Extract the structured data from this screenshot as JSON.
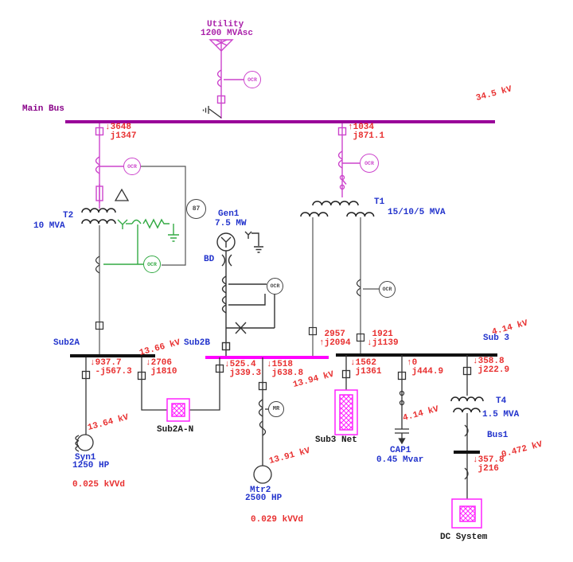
{
  "source": {
    "label": "Utility",
    "rating": "1200 MVAsc"
  },
  "buses": {
    "main": {
      "label": "Main Bus",
      "kv": "34.5 kV"
    },
    "sub2a": {
      "label": "Sub2A",
      "kv": "13.66 kV"
    },
    "sub2b": {
      "label": "Sub2B",
      "kv": "13.94 kV"
    },
    "sub3": {
      "label": "Sub 3",
      "kv": "4.14 kV"
    },
    "bus1": {
      "label": "Bus1",
      "kv": "0.472 kV"
    }
  },
  "transformers": {
    "t1": {
      "label": "T1",
      "rating": "15/10/5 MVA"
    },
    "t2": {
      "label": "T2",
      "rating": "10 MVA"
    },
    "t4": {
      "label": "T4",
      "rating": "1.5 MVA"
    }
  },
  "machines": {
    "gen1": {
      "label": "Gen1",
      "rating": "7.5 MW"
    },
    "syn1": {
      "label": "Syn1",
      "rating": "1250 HP",
      "vdrop": "0.025 kVVd",
      "kv": "13.64 kV"
    },
    "mtr2": {
      "label": "Mtr2",
      "rating": "2500 HP",
      "vdrop": "0.029 kVVd",
      "kv": "13.91 kV"
    }
  },
  "loads": {
    "cap1": {
      "label": "CAP1",
      "rating": "0.45 Mvar",
      "kv": "4.14 kV"
    },
    "sub2a_n": {
      "label": "Sub2A-N"
    },
    "sub3_net": {
      "label": "Sub3 Net"
    },
    "dc_system": {
      "label": "DC System"
    }
  },
  "relays": {
    "ocr": "OCR",
    "differential": "87",
    "mr": "MR",
    "bd": "BD"
  },
  "flows": {
    "utility_main": {
      "l1": "↓3648",
      "l2": "j1347"
    },
    "main_t1": {
      "l1": "↑1034",
      "l2": "j871.1"
    },
    "t1_sub2b": {
      "l1": "2957",
      "l2": "↑j2094"
    },
    "t1_sub3": {
      "l1": "1921",
      "l2": "↓j1139"
    },
    "sub2a_syn1": {
      "l1": "↓937.7",
      "l2": "-j567.3"
    },
    "sub2a_net": {
      "l1": "↓2706",
      "l2": "j1810"
    },
    "sub2b_net": {
      "l1": "↓525.4",
      "l2": "j339.3"
    },
    "sub2b_mtr2": {
      "l1": "↓1518",
      "l2": "j638.8"
    },
    "sub3_net": {
      "l1": "↓1562",
      "l2": "j1361"
    },
    "sub3_cap1": {
      "l1": "↑0",
      "l2": "j444.9"
    },
    "sub3_t4": {
      "l1": "↓358.8",
      "l2": "j222.9"
    },
    "bus1_dc": {
      "l1": "↓357.8",
      "l2": "j216"
    }
  },
  "colors": {
    "main_bus": "#990099",
    "utility_branch": "#cc44cc",
    "sub2b_bus": "#ff00ff",
    "labels_blue": "#2233cc",
    "values_red": "#e83030",
    "ngr_green": "#33aa44",
    "wires": "#555555",
    "black_bus": "#111111"
  }
}
